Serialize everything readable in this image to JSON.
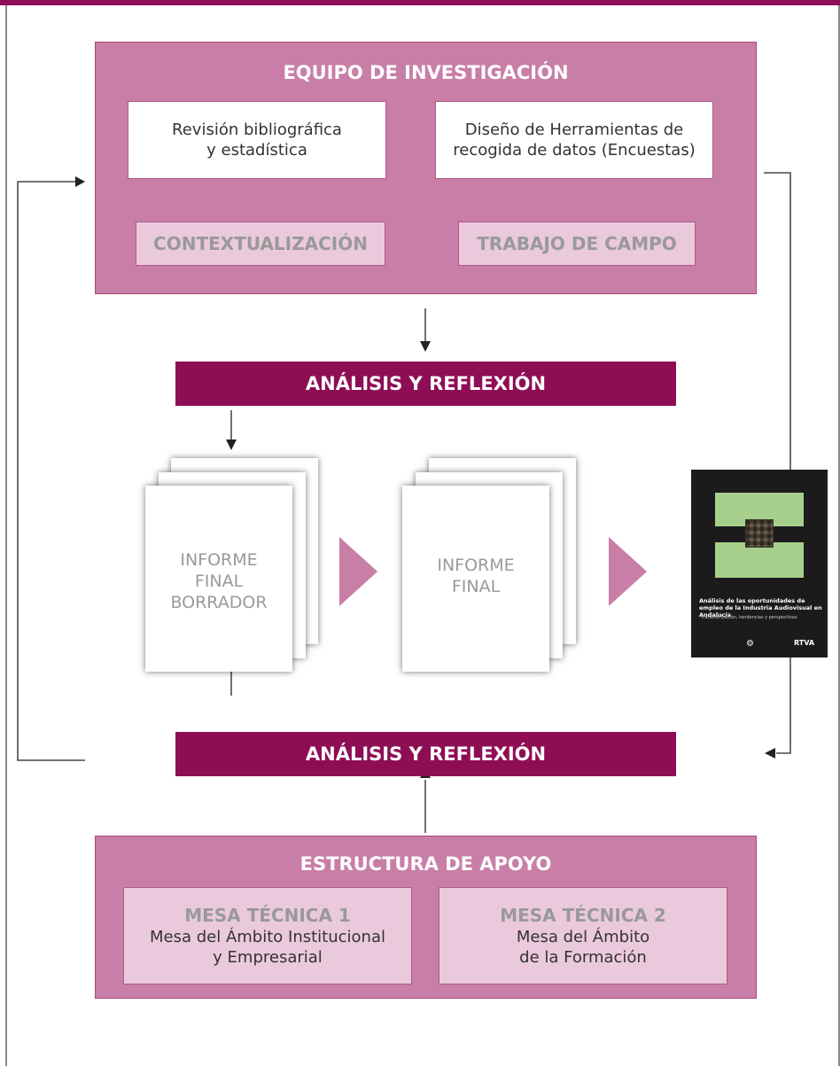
{
  "research_team": {
    "title": "EQUIPO DE INVESTIGACIÓN",
    "box_left": "Revisión bibliográfica\ny estadística",
    "box_right": "Diseño de Herramientas de\nrecogida de datos (Encuestas)",
    "label_left": "CONTEXTUALIZACIÓN",
    "label_right": "TRABAJO DE CAMPO"
  },
  "analysis_top": "ANÁLISIS Y REFLEXIÓN",
  "analysis_bottom": "ANÁLISIS Y REFLEXIÓN",
  "draft_report": "INFORME\nFINAL\nBORRADOR",
  "final_report": "INFORME\nFINAL",
  "book_cover": {
    "title": "Análisis de las oportunidades de empleo de la Industria Audiovisual en Andalucía",
    "subtitle": "Caracterización, tendencias y perspectivas",
    "logo": "RTVA"
  },
  "support_structure": {
    "title": "ESTRUCTURA DE APOYO",
    "mesa1_title": "MESA TÉCNICA 1",
    "mesa1_desc": "Mesa del Ámbito Institucional\ny Empresarial",
    "mesa2_title": "MESA TÉCNICA 2",
    "mesa2_desc": "Mesa del Ámbito\nde la Formación"
  },
  "colors": {
    "accent": "#8e0e56",
    "panel": "#c87ea7",
    "light_pink": "#ebc9dc",
    "arrow_pink": "#c87ea7"
  }
}
